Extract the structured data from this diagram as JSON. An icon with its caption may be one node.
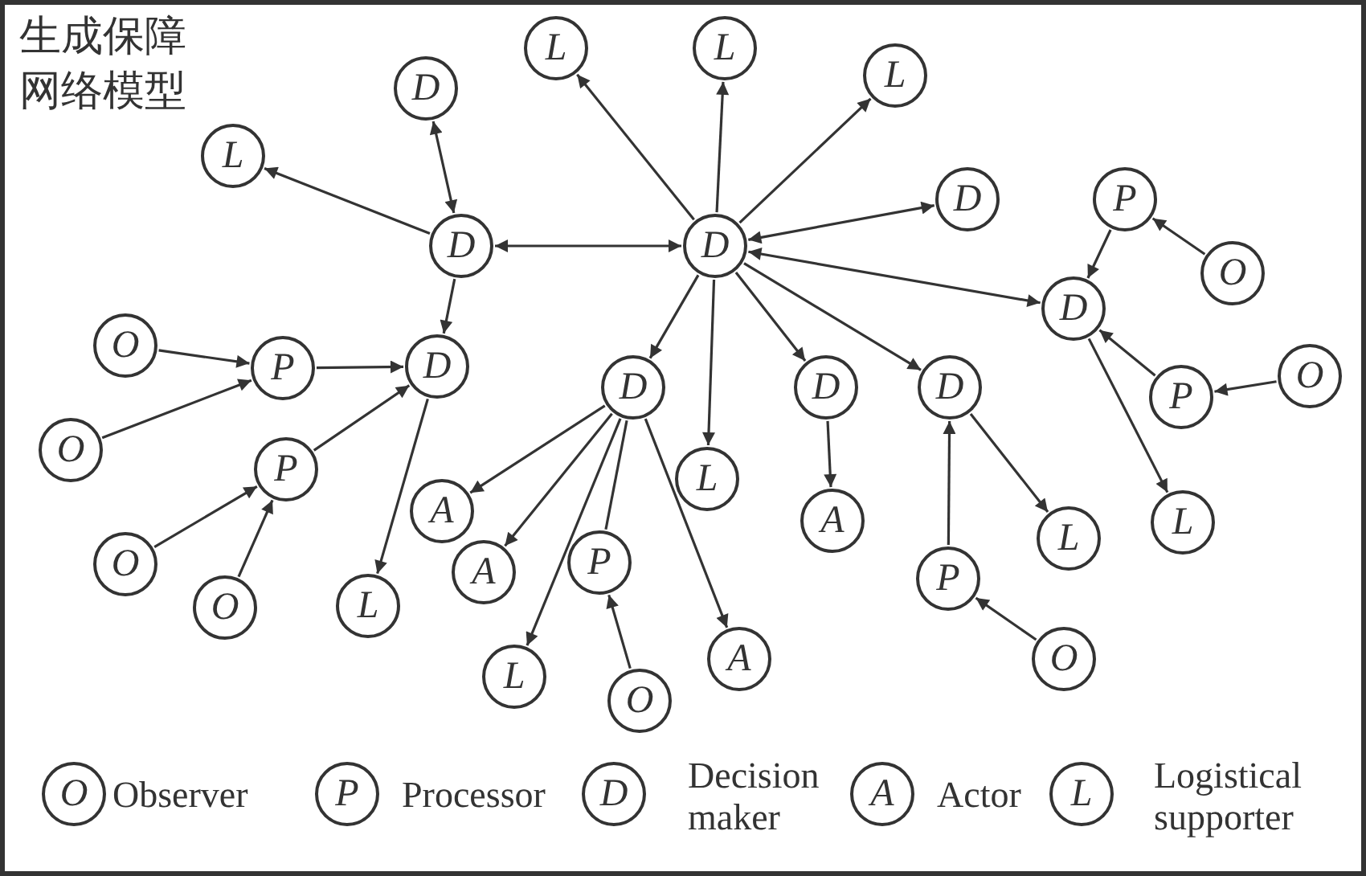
{
  "diagram": {
    "title": "生成保障网络模型",
    "nodes": [
      {
        "text": [
          "L"
        ]
      },
      {
        "text": [
          "L"
        ]
      },
      {
        "text": [
          "L"
        ]
      },
      {
        "text": [
          "D"
        ]
      },
      {
        "text": [
          "L"
        ]
      },
      {
        "text": [
          "D"
        ]
      },
      {
        "text": [
          "P"
        ]
      },
      {
        "text": [
          "D"
        ]
      },
      {
        "text": [
          "D"
        ]
      },
      {
        "text": [
          "O"
        ]
      },
      {
        "text": [
          "D"
        ]
      },
      {
        "text": [
          "O"
        ]
      },
      {
        "text": [
          "P"
        ]
      },
      {
        "text": [
          "D"
        ]
      },
      {
        "text": [
          "D"
        ]
      },
      {
        "text": [
          "D"
        ]
      },
      {
        "text": [
          "D"
        ]
      },
      {
        "text": [
          "O"
        ]
      },
      {
        "text": [
          "P"
        ]
      },
      {
        "text": [
          "O"
        ]
      },
      {
        "text": [
          "P"
        ]
      },
      {
        "text": [
          "A"
        ]
      },
      {
        "text": [
          "L"
        ]
      },
      {
        "text": [
          "A"
        ]
      },
      {
        "text": [
          "A"
        ]
      },
      {
        "text": [
          "P"
        ]
      },
      {
        "text": [
          "L"
        ]
      },
      {
        "text": [
          "L"
        ]
      },
      {
        "text": [
          "O"
        ]
      },
      {
        "text": [
          "O"
        ]
      },
      {
        "text": [
          "L"
        ]
      },
      {
        "text": [
          "P"
        ]
      },
      {
        "text": [
          "L"
        ]
      },
      {
        "text": [
          "O"
        ]
      },
      {
        "text": [
          "A"
        ]
      },
      {
        "text": [
          "O"
        ]
      }
    ],
    "edges": [
      {
        "from": 7,
        "to": 0,
        "arrow": "to"
      },
      {
        "from": 7,
        "to": 1,
        "arrow": "to"
      },
      {
        "from": 7,
        "to": 2,
        "arrow": "to"
      },
      {
        "from": 7,
        "to": 5,
        "arrow": "both"
      },
      {
        "from": 7,
        "to": 8,
        "arrow": "both"
      },
      {
        "from": 7,
        "to": 10,
        "arrow": "both"
      },
      {
        "from": 8,
        "to": 3,
        "arrow": "both"
      },
      {
        "from": 8,
        "to": 4,
        "arrow": "to"
      },
      {
        "from": 8,
        "to": 13,
        "arrow": "to"
      },
      {
        "from": 7,
        "to": 14,
        "arrow": "to"
      },
      {
        "from": 7,
        "to": 15,
        "arrow": "to"
      },
      {
        "from": 7,
        "to": 16,
        "arrow": "to"
      },
      {
        "from": 7,
        "to": 22,
        "arrow": "to"
      },
      {
        "from": 6,
        "to": 10,
        "arrow": "to"
      },
      {
        "from": 9,
        "to": 6,
        "arrow": "to"
      },
      {
        "from": 18,
        "to": 10,
        "arrow": "to"
      },
      {
        "from": 17,
        "to": 18,
        "arrow": "to"
      },
      {
        "from": 10,
        "to": 27,
        "arrow": "to"
      },
      {
        "from": 11,
        "to": 12,
        "arrow": "to"
      },
      {
        "from": 12,
        "to": 13,
        "arrow": "to"
      },
      {
        "from": 19,
        "to": 12,
        "arrow": "to"
      },
      {
        "from": 20,
        "to": 13,
        "arrow": "to"
      },
      {
        "from": 28,
        "to": 20,
        "arrow": "to"
      },
      {
        "from": 29,
        "to": 20,
        "arrow": "to"
      },
      {
        "from": 13,
        "to": 30,
        "arrow": "to"
      },
      {
        "from": 14,
        "to": 21,
        "arrow": "to"
      },
      {
        "from": 14,
        "to": 24,
        "arrow": "to"
      },
      {
        "from": 14,
        "to": 32,
        "arrow": "to"
      },
      {
        "from": 14,
        "to": 34,
        "arrow": "to"
      },
      {
        "from": 14,
        "to": 25,
        "arrow": "none"
      },
      {
        "from": 33,
        "to": 25,
        "arrow": "to"
      },
      {
        "from": 15,
        "to": 23,
        "arrow": "to"
      },
      {
        "from": 16,
        "to": 26,
        "arrow": "to"
      },
      {
        "from": 31,
        "to": 16,
        "arrow": "to"
      },
      {
        "from": 35,
        "to": 31,
        "arrow": "to"
      }
    ],
    "labels": [
      "O",
      "P",
      "D",
      "A",
      "L"
    ],
    "legend": [
      {
        "text": "Observer"
      },
      {
        "text": "Processor"
      },
      {
        "text": "Decision maker"
      },
      {
        "text": "Actor"
      },
      {
        "text": "Logistical supporter"
      }
    ]
  }
}
